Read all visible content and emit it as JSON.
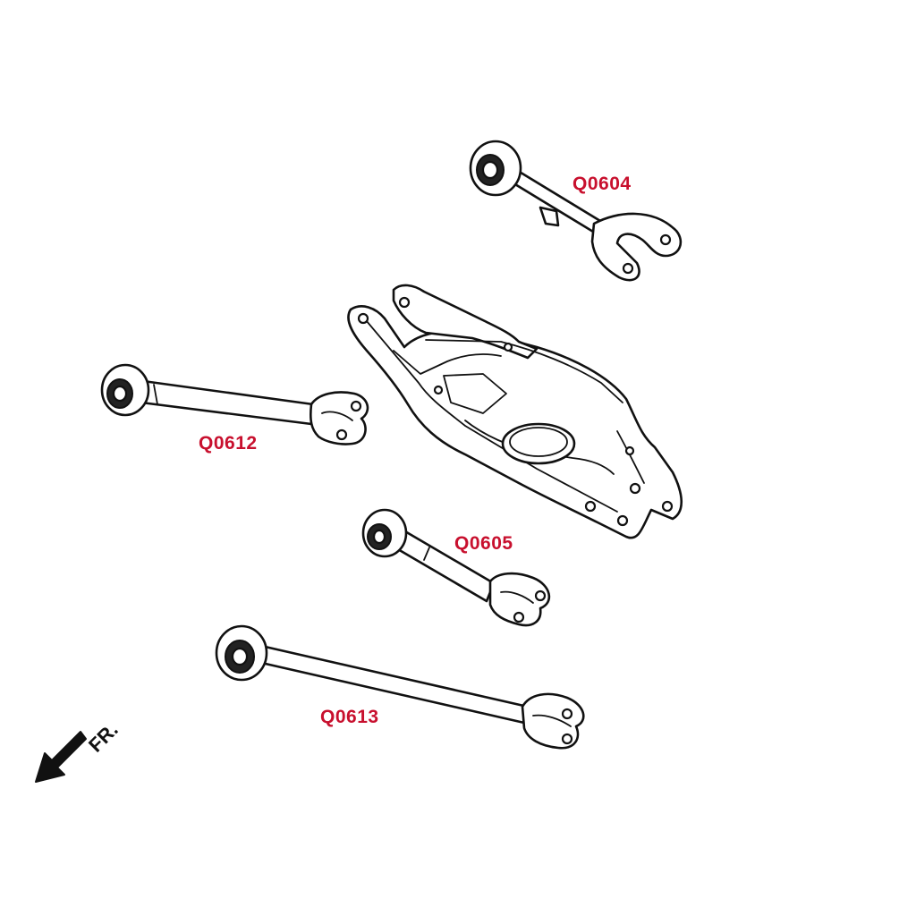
{
  "labels": {
    "q0604": "Q0604",
    "q0612": "Q0612",
    "q0605": "Q0605",
    "q0613": "Q0613",
    "front_direction": "FR."
  },
  "colors": {
    "label_red": "#c8102e",
    "line_ink": "#111111",
    "background": "#ffffff"
  },
  "icons": {
    "front_arrow": "arrow-down-left-icon"
  }
}
